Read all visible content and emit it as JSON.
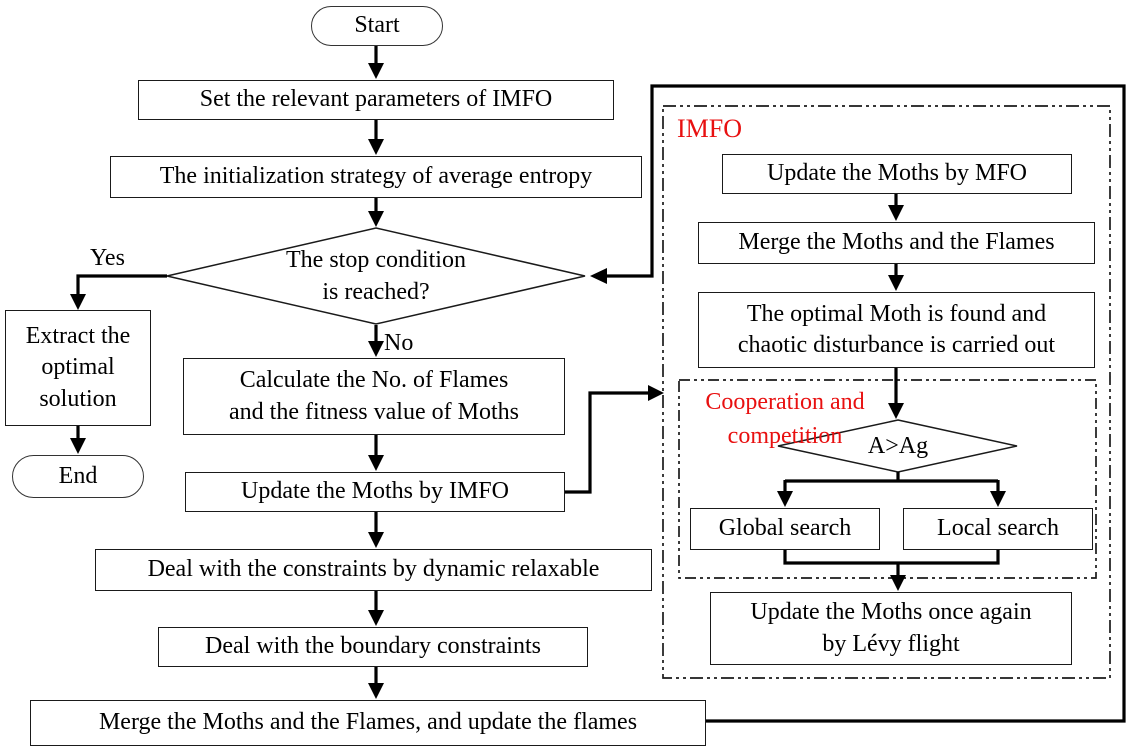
{
  "flowchart": {
    "colors": {
      "line": "#000000",
      "accent_red": "#e81010",
      "box_background": "#ffffff"
    },
    "nodes": {
      "start": "Start",
      "set_params": "Set the relevant parameters of IMFO",
      "init_strategy": "The initialization strategy of average entropy",
      "stop_condition_line1": "The stop condition",
      "stop_condition_line2": "is reached?",
      "yes_label": "Yes",
      "no_label": "No",
      "extract_line1": "Extract the",
      "extract_line2": "optimal",
      "extract_line3": "solution",
      "end": "End",
      "calc_line1": "Calculate the No. of Flames",
      "calc_line2": "and the fitness value of Moths",
      "update_moths_imfo": "Update the Moths by IMFO",
      "constraints": "Deal with the constraints by dynamic relaxable",
      "boundary": "Deal with the boundary constraints",
      "merge_update": "Merge the Moths and the Flames, and update the flames"
    },
    "imfo_group": {
      "label": "IMFO",
      "update_mfo": "Update the Moths by MFO",
      "merge_moths_flames": "Merge the Moths and the Flames",
      "optimal_line1": "The optimal Moth is found and",
      "optimal_line2": "chaotic disturbance is carried out",
      "cooperation_group": {
        "label_line1": "Cooperation and",
        "label_line2": "competition",
        "condition": "A>Ag",
        "global_search": "Global search",
        "local_search": "Local search"
      },
      "levy_line1": "Update the Moths once again",
      "levy_line2": "by Lévy flight"
    }
  }
}
